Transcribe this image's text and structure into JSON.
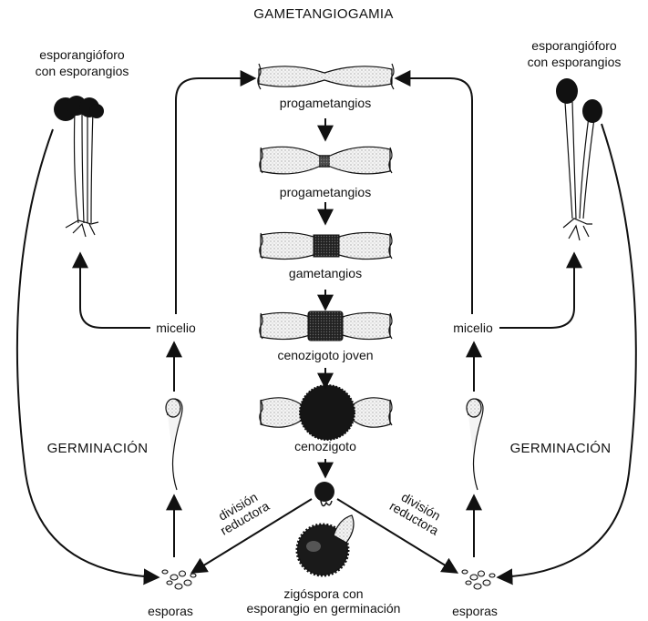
{
  "title": "GAMETANGIOGAMIA",
  "stages": [
    "progametangios",
    "progametangios",
    "gametangios",
    "cenozigoto joven",
    "cenozigoto"
  ],
  "zygospore_caption": [
    "zigóspora con",
    "esporangio en germinación"
  ],
  "left": {
    "sporangiophore": [
      "esporangióforo",
      "con esporangios"
    ],
    "mycelium": "micelio",
    "germination": "GERMINACIÓN",
    "reduction": [
      "división",
      "reductora"
    ],
    "spores": "esporas"
  },
  "right": {
    "sporangiophore": [
      "esporangióforo",
      "con esporangios"
    ],
    "mycelium": "micelio",
    "germination": "GERMINACIÓN",
    "reduction": [
      "división",
      "reductora"
    ],
    "spores": "esporas"
  }
}
